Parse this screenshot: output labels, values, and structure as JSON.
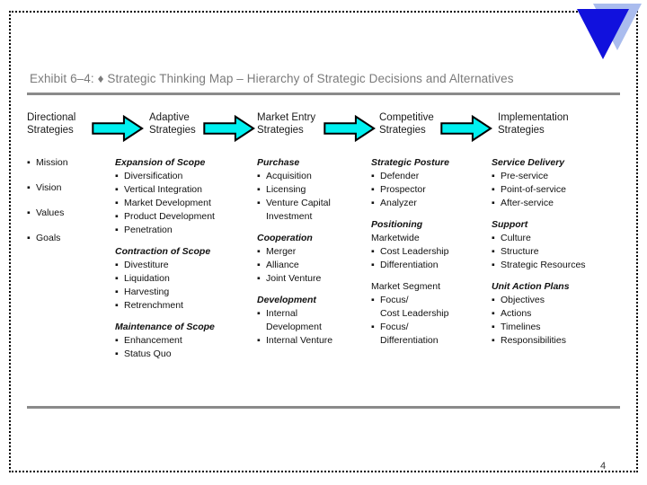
{
  "slide": {
    "page_number": "4",
    "logo_colors": {
      "front": "#1111dd",
      "back": "#aabcee"
    },
    "accent_arrow_color": "#00f0f0",
    "rule_color": "#8a8a8a",
    "title_color": "#7b7b7b"
  },
  "exhibit": {
    "title": "Exhibit 6–4: ♦ Strategic Thinking Map – Hierarchy of Strategic Decisions and Alternatives"
  },
  "header": {
    "stages": [
      {
        "line1": "Directional",
        "line2": "Strategies"
      },
      {
        "line1": "Adaptive",
        "line2": "Strategies"
      },
      {
        "line1": "Market Entry",
        "line2": "Strategies"
      },
      {
        "line1": "Competitive",
        "line2": "Strategies"
      },
      {
        "line1": "Implementation",
        "line2": "Strategies"
      }
    ],
    "arrow_count": 4,
    "arrow_icon": "right-arrow-icon"
  },
  "columns": [
    {
      "id": "directional-strategies",
      "groups": [
        {
          "heading": "",
          "heading_style": "none",
          "items": [
            "Mission",
            "Vision",
            "Values",
            "Goals"
          ],
          "spaced": true
        }
      ]
    },
    {
      "id": "adaptive-strategies",
      "groups": [
        {
          "heading": "Expansion of Scope",
          "heading_style": "italic-bold",
          "items": [
            "Diversification",
            "Vertical Integration",
            "Market Development",
            "Product Development",
            "Penetration"
          ]
        },
        {
          "heading": "Contraction of Scope",
          "heading_style": "italic-bold",
          "items": [
            "Divestiture",
            "Liquidation",
            "Harvesting",
            "Retrenchment"
          ]
        },
        {
          "heading": "Maintenance of Scope",
          "heading_style": "italic-bold",
          "items": [
            "Enhancement",
            "Status Quo"
          ]
        }
      ]
    },
    {
      "id": "market-entry-strategies",
      "groups": [
        {
          "heading": "Purchase",
          "heading_style": "italic-bold",
          "items": [
            "Acquisition",
            "Licensing",
            "Venture Capital|Investment"
          ]
        },
        {
          "heading": "Cooperation",
          "heading_style": "italic-bold",
          "items": [
            "Merger",
            "Alliance",
            "Joint Venture"
          ]
        },
        {
          "heading": "Development",
          "heading_style": "italic-bold",
          "items": [
            "Internal|Development",
            "Internal Venture"
          ]
        }
      ]
    },
    {
      "id": "competitive-strategies",
      "groups": [
        {
          "heading": "Strategic Posture",
          "heading_style": "italic-bold",
          "items": [
            "Defender",
            "Prospector",
            "Analyzer"
          ]
        },
        {
          "heading": "Positioning",
          "heading_style": "italic-bold",
          "subheading": "Marketwide",
          "items": [
            "Cost Leadership",
            "Differentiation"
          ]
        },
        {
          "heading": "Market Segment",
          "heading_style": "plain",
          "items": [
            "Focus/|Cost Leadership",
            "Focus/|Differentiation"
          ]
        }
      ]
    },
    {
      "id": "implementation-strategies",
      "groups": [
        {
          "heading": "Service Delivery",
          "heading_style": "italic-bold",
          "items": [
            "Pre-service",
            "Point-of-service",
            "After-service"
          ]
        },
        {
          "heading": "Support",
          "heading_style": "italic-bold",
          "items": [
            "Culture",
            "Structure",
            "Strategic Resources"
          ]
        },
        {
          "heading": "Unit Action Plans",
          "heading_style": "italic-bold",
          "items": [
            "Objectives",
            "Actions",
            "Timelines",
            "Responsibilities"
          ]
        }
      ]
    }
  ]
}
